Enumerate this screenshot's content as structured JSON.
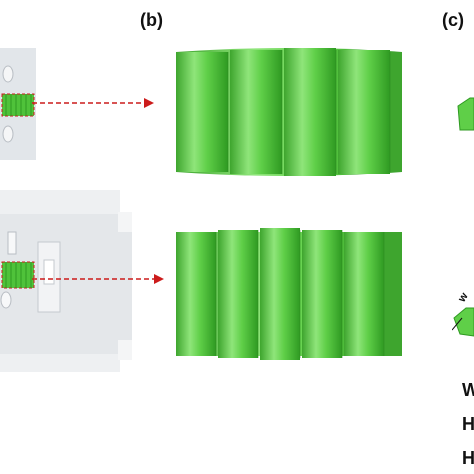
{
  "panels": {
    "b_label": "(b)",
    "c_label": "(c)"
  },
  "legend": {
    "w": "W",
    "h1": "H",
    "h2": "H"
  },
  "annotation": {
    "angled": "w"
  },
  "colors": {
    "green_light": "#7fe06a",
    "green_mid": "#4fc23a",
    "green_dark": "#2f9a22",
    "arrow": "#cc1b1b",
    "mold_light": "#e9ecef",
    "mold_shadow": "#c7ccd1"
  }
}
